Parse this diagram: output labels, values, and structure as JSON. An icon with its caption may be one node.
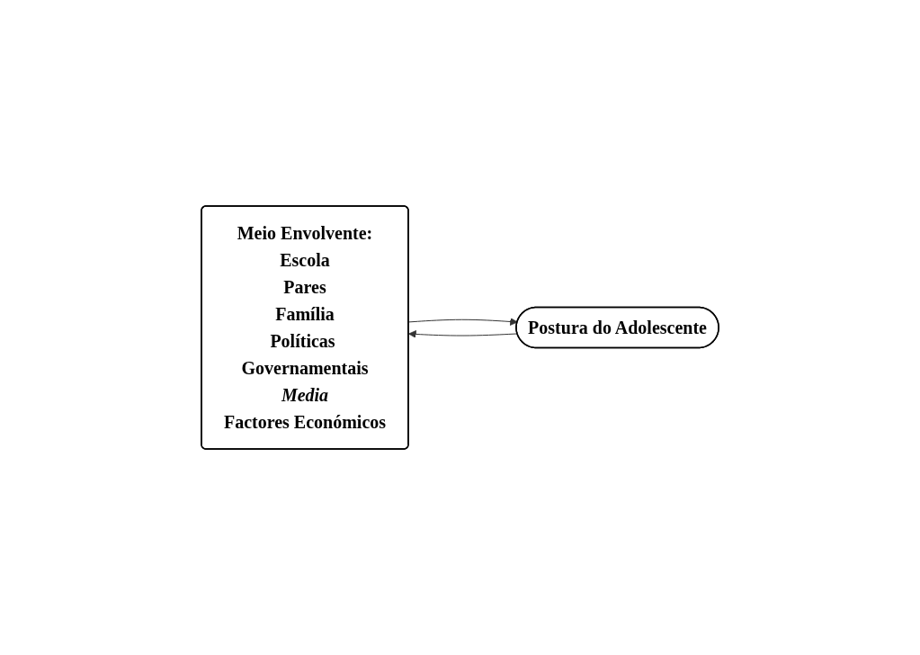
{
  "diagram": {
    "nodes": [
      {
        "text": [
          "Meio Envolvente:",
          "Escola",
          "Pares",
          "Família",
          "Políticas Governamentais",
          "Media",
          "Factores Económicos"
        ]
      },
      {
        "text": [
          "Postura do Adolescente"
        ]
      }
    ],
    "edges": [
      {
        "from": 0,
        "to": 1,
        "arrow": "to"
      },
      {
        "from": 1,
        "to": 0,
        "arrow": "to"
      }
    ]
  }
}
